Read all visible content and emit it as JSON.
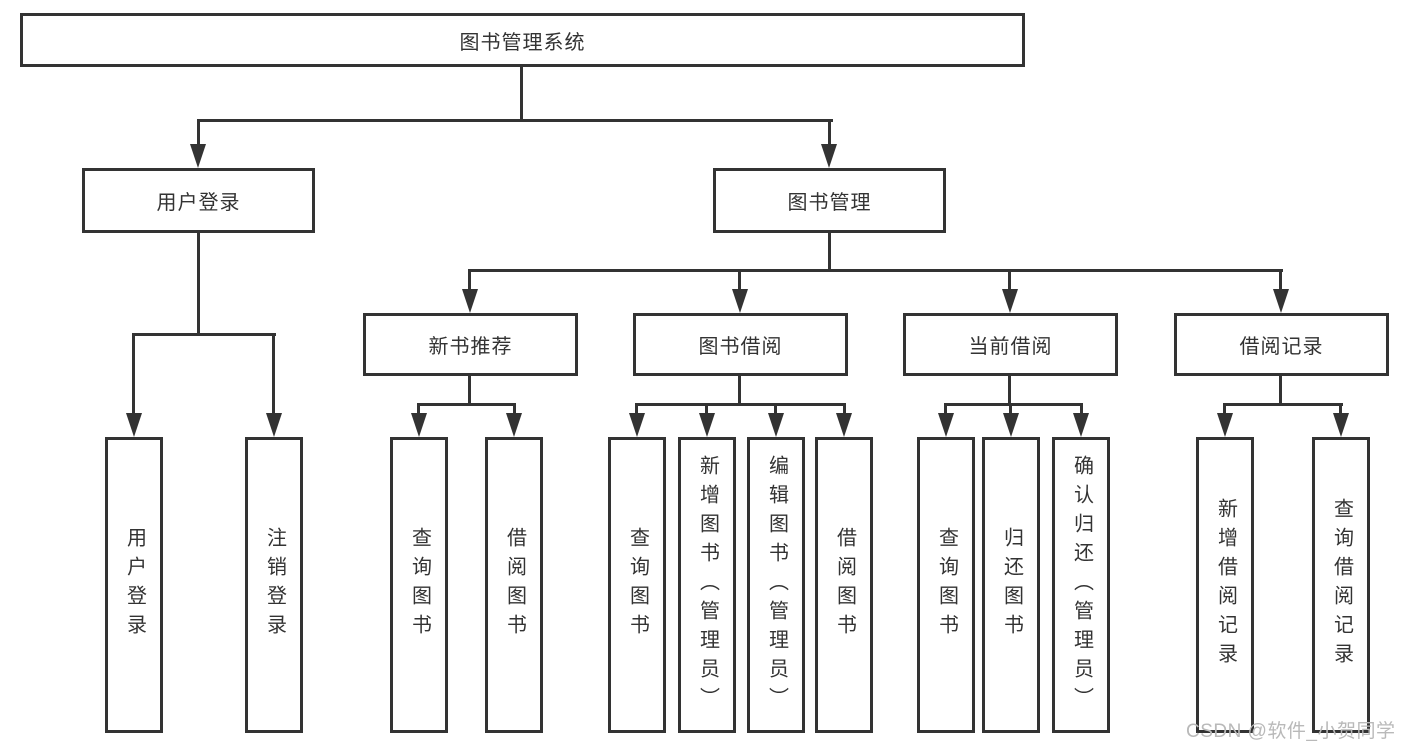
{
  "diagram_title": "图书管理系统",
  "tree": {
    "label": "图书管理系统",
    "children": [
      {
        "label": "用户登录",
        "children": [
          {
            "label": "用户登录"
          },
          {
            "label": "注销登录"
          }
        ]
      },
      {
        "label": "图书管理",
        "children": [
          {
            "label": "新书推荐",
            "children": [
              {
                "label": "查询图书"
              },
              {
                "label": "借阅图书"
              }
            ]
          },
          {
            "label": "图书借阅",
            "children": [
              {
                "label": "查询图书"
              },
              {
                "label": "新增图书（管理员）"
              },
              {
                "label": "编辑图书（管理员）"
              },
              {
                "label": "借阅图书"
              }
            ]
          },
          {
            "label": "当前借阅",
            "children": [
              {
                "label": "查询图书"
              },
              {
                "label": "归还图书"
              },
              {
                "label": "确认归还（管理员）"
              }
            ]
          },
          {
            "label": "借阅记录",
            "children": [
              {
                "label": "新增借阅记录"
              },
              {
                "label": "查询借阅记录"
              }
            ]
          }
        ]
      }
    ]
  },
  "watermark": {
    "text": "CSDN @软件_小贺同学"
  },
  "colors": {
    "line": "#333333",
    "text": "#333333",
    "background": "#ffffff",
    "watermark": "#b9b9b9"
  }
}
